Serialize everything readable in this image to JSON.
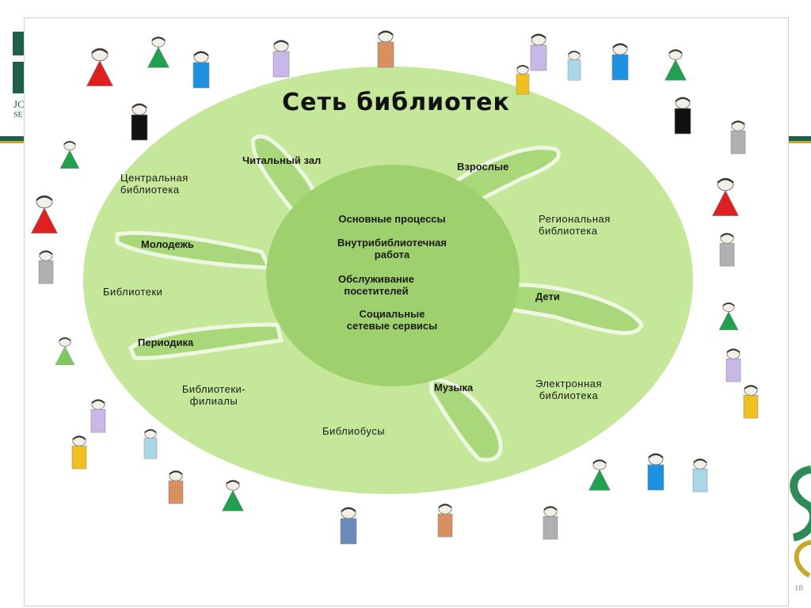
{
  "slide": {
    "logo_text_1": "JC",
    "logo_text_2": "SE",
    "page_number": "18",
    "colors": {
      "brand_green": "#1f5f4b",
      "accent_green": "#2e8b57",
      "gold": "#c8a82b"
    }
  },
  "diagram": {
    "title": "Сеть библиотек",
    "colors": {
      "outer_circle": "#c5e79a",
      "inner_circle": "#9fd06e",
      "ray": "#a8d87a"
    },
    "core": {
      "items": [
        "Основные процессы",
        "Внутрибиблиотечная\nработа",
        "Обслуживание\nпосетителей",
        "Социальные\nсетевые      сервисы"
      ]
    },
    "rays": [
      "Читальный зал",
      "Взрослые",
      "Молодежь",
      "Периодика",
      "Дети",
      "Музыка"
    ],
    "outer": [
      "Центральная\nбиблиотека",
      "Региональная\nбиблиотека",
      "Библиотеки",
      "Библиотеки-\nфилиалы",
      "Электронная\nбиблиотека",
      "Библиобусы"
    ],
    "people": [
      {
        "kind": "triangle",
        "color": "#e02020"
      },
      {
        "kind": "triangle",
        "color": "#22a050"
      },
      {
        "kind": "box",
        "color": "#1e90e0"
      },
      {
        "kind": "box",
        "color": "#c8b8e8"
      },
      {
        "kind": "box",
        "color": "#d89060"
      },
      {
        "kind": "box",
        "color": "#c8b8e8"
      },
      {
        "kind": "box",
        "color": "#a8d8e8"
      },
      {
        "kind": "box",
        "color": "#1e90e0"
      },
      {
        "kind": "triangle",
        "color": "#22a050"
      },
      {
        "kind": "box",
        "color": "#111111"
      },
      {
        "kind": "box",
        "color": "#111111"
      },
      {
        "kind": "box",
        "color": "#b0b0b0"
      },
      {
        "kind": "triangle",
        "color": "#22a050"
      },
      {
        "kind": "triangle",
        "color": "#e02020"
      },
      {
        "kind": "triangle",
        "color": "#e02020"
      },
      {
        "kind": "box",
        "color": "#b0b0b0"
      },
      {
        "kind": "box",
        "color": "#b0b0b0"
      },
      {
        "kind": "triangle",
        "color": "#22a050"
      },
      {
        "kind": "triangle",
        "color": "#80c860"
      },
      {
        "kind": "box",
        "color": "#c8b8e8"
      },
      {
        "kind": "box",
        "color": "#c8b8e8"
      },
      {
        "kind": "box",
        "color": "#f0c020"
      },
      {
        "kind": "box",
        "color": "#f0c020"
      },
      {
        "kind": "box",
        "color": "#a8d8e8"
      },
      {
        "kind": "box",
        "color": "#d89060"
      },
      {
        "kind": "triangle",
        "color": "#22a050"
      },
      {
        "kind": "box",
        "color": "#6a8ab8"
      },
      {
        "kind": "box",
        "color": "#d89060"
      },
      {
        "kind": "box",
        "color": "#b0b0b0"
      },
      {
        "kind": "triangle",
        "color": "#22a050"
      },
      {
        "kind": "box",
        "color": "#1e90e0"
      },
      {
        "kind": "box",
        "color": "#a8d8e8"
      },
      {
        "kind": "box",
        "color": "#f0c020"
      }
    ]
  }
}
